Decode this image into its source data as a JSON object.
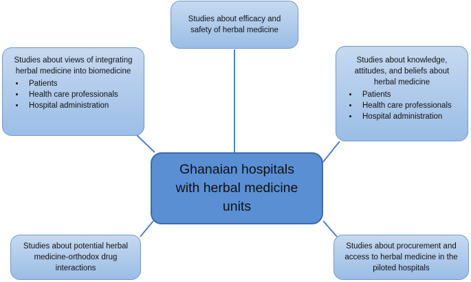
{
  "center": {
    "text": "Ghanaian hospitals with herbal medicine units"
  },
  "nodes": {
    "top": {
      "title": "Studies about efficacy and safety of herbal medicine"
    },
    "left": {
      "title": "Studies about views of integrating herbal medicine into biomedicine",
      "items": [
        "Patients",
        "Health care professionals",
        "Hospital administration"
      ]
    },
    "right": {
      "title": "Studies about knowledge, attitudes, and beliefs about herbal medicine",
      "items": [
        "Patients",
        "Health care professionals",
        "Hospital administration"
      ]
    },
    "bottom_left": {
      "title": "Studies about potential herbal medicine-orthodox drug interactions"
    },
    "bottom_right": {
      "title": "Studies about procurement and access to herbal medicine in the piloted hospitals"
    }
  },
  "colors": {
    "node_fill_top": "#c6d9f0",
    "node_fill_bottom": "#9bbde6",
    "node_border": "#6f97c9",
    "center_fill": "#5a8fd4",
    "connector": "#4f7fbf"
  }
}
